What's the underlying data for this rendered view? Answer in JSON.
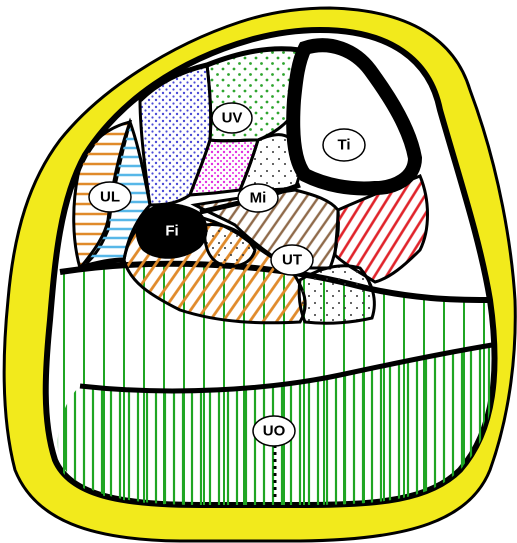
{
  "colors": {
    "skin": "#f2ea1c",
    "outline": "#000000",
    "green_stripes": "#1fa523",
    "blue_dots": "#4b4bd6",
    "green_dots": "#2fa52f",
    "magenta_dots": "#e22ee0",
    "orange_stripes": "#e08a2a",
    "cyan_stripes": "#57b7e8",
    "brown_stripes": "#8f6a4a",
    "red_stripes": "#e0232a",
    "bone_fill": "#ffffff"
  },
  "labels": {
    "ti": "Ti",
    "fi": "Fi",
    "uv": "UV",
    "ul": "UL",
    "mi": "Mi",
    "ut": "UT",
    "uo": "UO"
  }
}
